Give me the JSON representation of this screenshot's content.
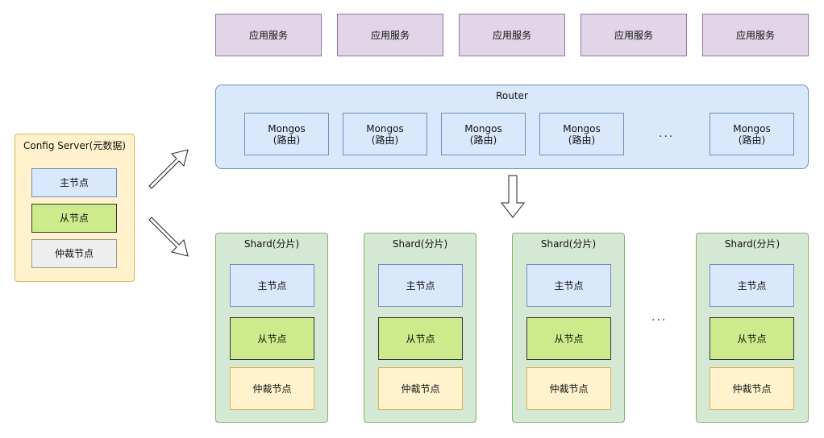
{
  "app_services": [
    {
      "label": "应用服务"
    },
    {
      "label": "应用服务"
    },
    {
      "label": "应用服务"
    },
    {
      "label": "应用服务"
    },
    {
      "label": "应用服务"
    }
  ],
  "router": {
    "title": "Router",
    "mongos": [
      {
        "label": "Mongos\n(路由)"
      },
      {
        "label": "Mongos\n(路由)"
      },
      {
        "label": "Mongos\n(路由)"
      },
      {
        "label": "Mongos\n(路由)"
      },
      {
        "label": "Mongos\n(路由)"
      }
    ],
    "ellipsis": "..."
  },
  "config_server": {
    "title": "Config Server(元数据)",
    "primary": "主节点",
    "secondary": "从节点",
    "arbiter": "仲裁节点"
  },
  "shards": [
    {
      "title": "Shard(分片)",
      "primary": "主节点",
      "secondary": "从节点",
      "arbiter": "仲裁节点"
    },
    {
      "title": "Shard(分片)",
      "primary": "主节点",
      "secondary": "从节点",
      "arbiter": "仲裁节点"
    },
    {
      "title": "Shard(分片)",
      "primary": "主节点",
      "secondary": "从节点",
      "arbiter": "仲裁节点"
    },
    {
      "title": "Shard(分片)",
      "primary": "主节点",
      "secondary": "从节点",
      "arbiter": "仲裁节点"
    }
  ],
  "shards_ellipsis": "...",
  "colors": {
    "app_fill": "#e1d5e7",
    "router_fill": "#dae8fc",
    "config_fill": "#fff2cc",
    "shard_fill": "#d5e8d4",
    "secondary_fill": "#cdeb8b",
    "arbiter_grey_fill": "#eeeeee"
  }
}
